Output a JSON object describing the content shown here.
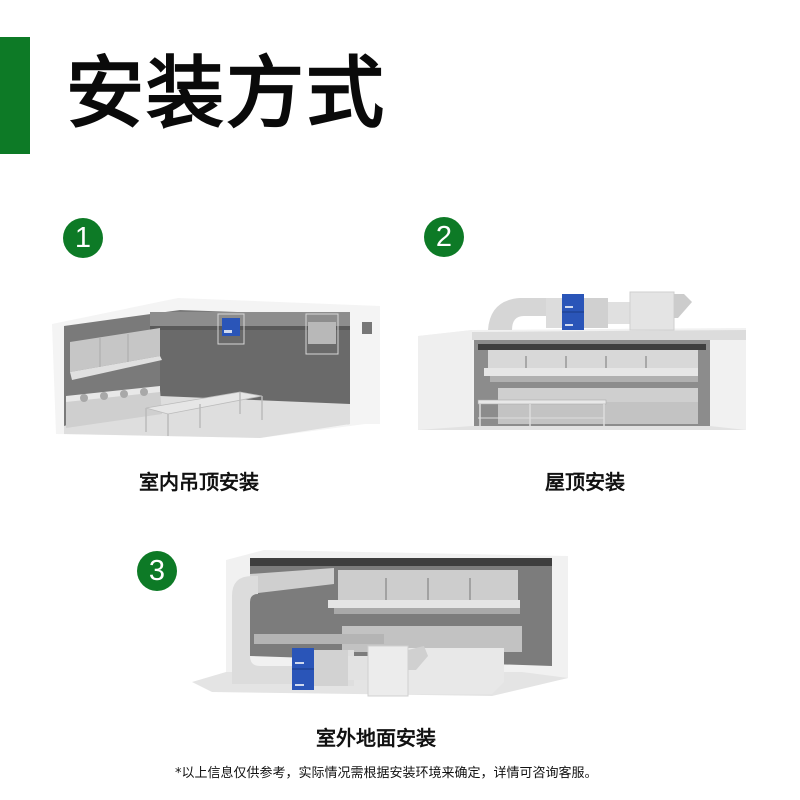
{
  "header": {
    "title": "安装方式",
    "accent_color": "#0d7a26"
  },
  "methods": [
    {
      "number": "1",
      "label": "室内吊顶安装",
      "illustration": "indoor-ceiling-kitchen-illustration"
    },
    {
      "number": "2",
      "label": "屋顶安装",
      "illustration": "rooftop-kitchen-illustration"
    },
    {
      "number": "3",
      "label": "室外地面安装",
      "illustration": "outdoor-ground-kitchen-illustration"
    }
  ],
  "footnote": "*以上信息仅供参考，实际情况需根据安装环境来确定，详情可咨询客服。",
  "colors": {
    "badge": "#0d7a26",
    "unit_blue": "#2a55b8",
    "wall_dark": "#6e6e6e",
    "wall_light": "#f2f2f2"
  }
}
